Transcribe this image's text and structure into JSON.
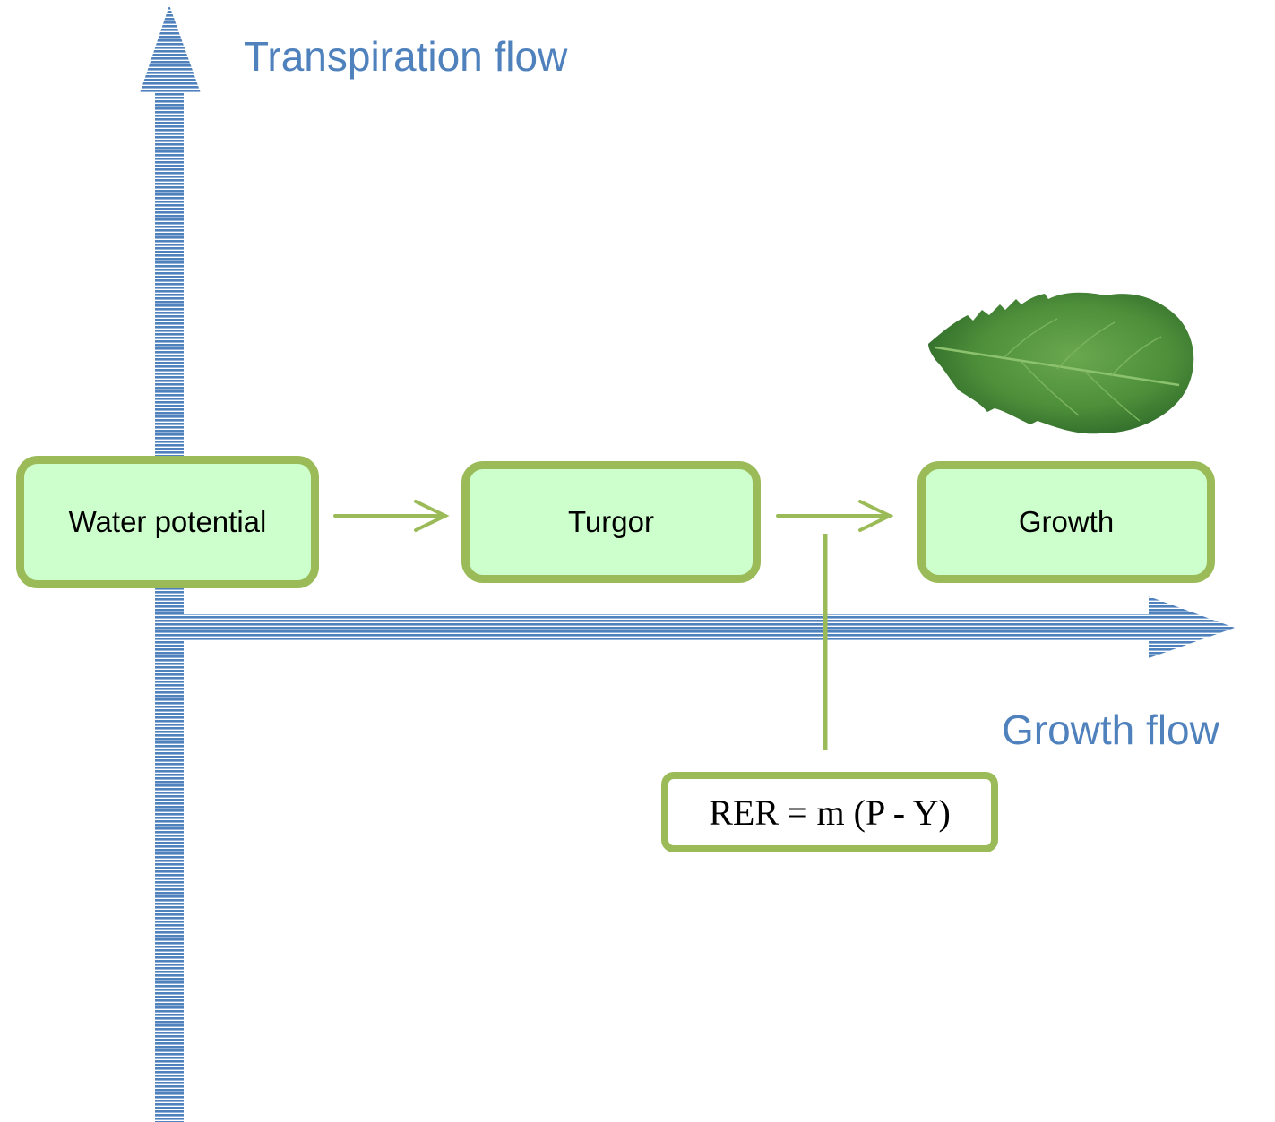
{
  "labels": {
    "transpiration_flow": "Transpiration flow",
    "growth_flow": "Growth flow"
  },
  "boxes": {
    "water_potential": "Water potential",
    "turgor": "Turgor",
    "growth": "Growth"
  },
  "formula": "RER = m (P - Y)",
  "icons": {
    "leaf": "leaf-icon"
  },
  "colors": {
    "flow_blue": "#4f81bd",
    "box_fill": "#ccffcc",
    "box_border": "#9bbb59",
    "connector_green": "#9bbb59",
    "leaf_green": "#4e8f3a"
  }
}
